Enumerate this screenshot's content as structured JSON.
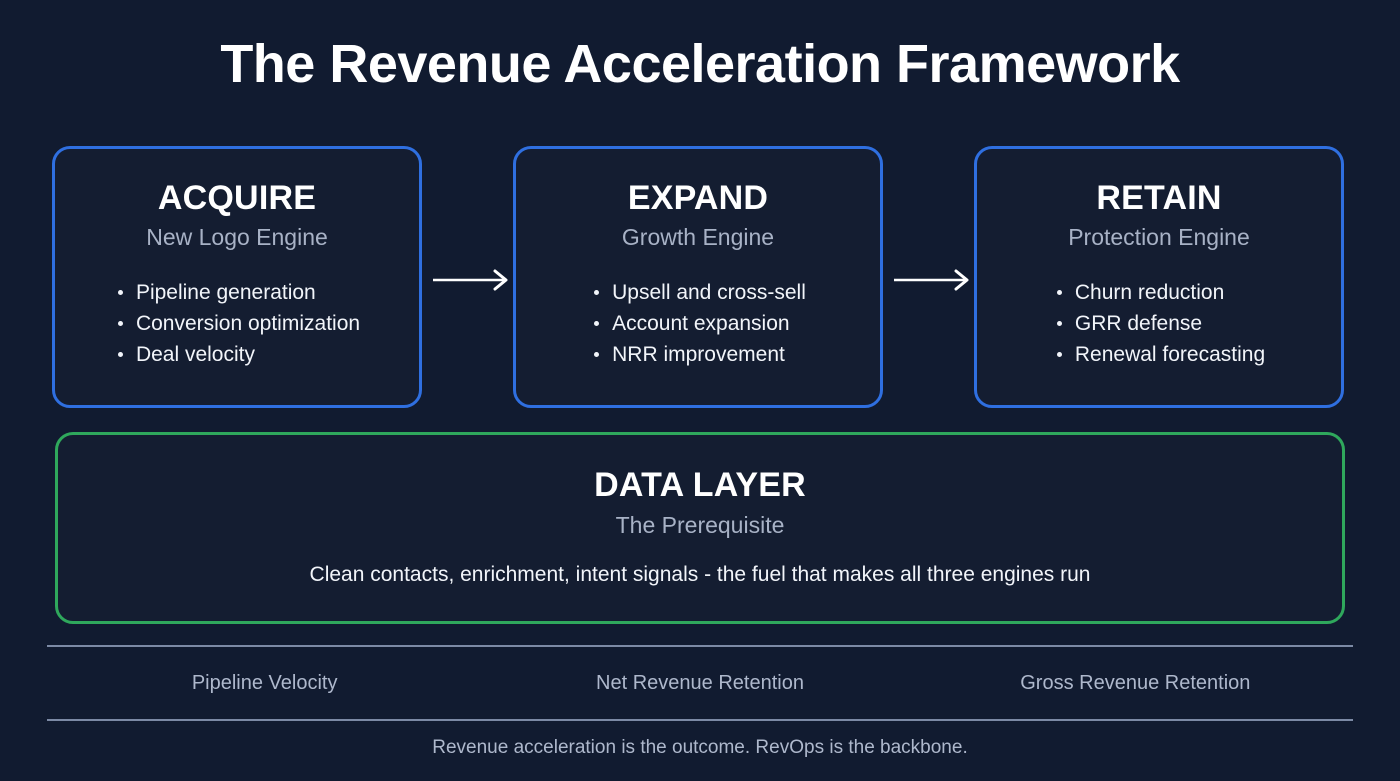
{
  "colors": {
    "background": "#111b30",
    "card_background": "#141d31",
    "stage_border": "#2f6fe0",
    "data_layer_border": "#2fa85c",
    "title_text": "#ffffff",
    "subtitle_text": "#a8b2c6",
    "body_text": "#f2f5fa",
    "muted_text": "#aeb8cc",
    "divider": "#7c8aa5"
  },
  "header": {
    "title": "The Revenue Acceleration Framework"
  },
  "stages": [
    {
      "title": "ACQUIRE",
      "subtitle": "New Logo Engine",
      "items": [
        "Pipeline generation",
        "Conversion optimization",
        "Deal velocity"
      ]
    },
    {
      "title": "EXPAND",
      "subtitle": "Growth Engine",
      "items": [
        "Upsell and cross-sell",
        "Account expansion",
        "NRR improvement"
      ]
    },
    {
      "title": "RETAIN",
      "subtitle": "Protection Engine",
      "items": [
        "Churn reduction",
        "GRR defense",
        "Renewal forecasting"
      ]
    }
  ],
  "connectors": [
    {
      "icon": "arrow-right-icon"
    },
    {
      "icon": "arrow-right-icon"
    }
  ],
  "data_layer": {
    "title": "DATA LAYER",
    "subtitle": "The Prerequisite",
    "description": "Clean contacts, enrichment, intent signals - the fuel that makes all three engines run"
  },
  "metrics": [
    "Pipeline Velocity",
    "Net Revenue Retention",
    "Gross Revenue Retention"
  ],
  "footer": {
    "tagline": "Revenue acceleration is the outcome. RevOps is the backbone."
  }
}
